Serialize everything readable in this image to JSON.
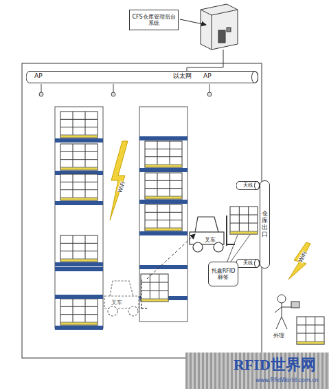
{
  "diagram": {
    "nodes": [
      {
        "text": [
          "CFS仓库管理后台系统"
        ]
      },
      {
        "text": [
          "AP",
          "以太网",
          "AP"
        ]
      },
      {
        "text": [
          "天线"
        ]
      },
      {
        "text": [
          "仓库出口"
        ]
      },
      {
        "text": [
          "天线"
        ]
      },
      {
        "text": [
          "托盘RFID标签"
        ]
      }
    ],
    "labels": [
      "WiFi",
      "叉车",
      "叉车",
      "WiFi",
      "外理",
      "RFID世界网",
      "www.RfidWorld.com.cn"
    ]
  }
}
